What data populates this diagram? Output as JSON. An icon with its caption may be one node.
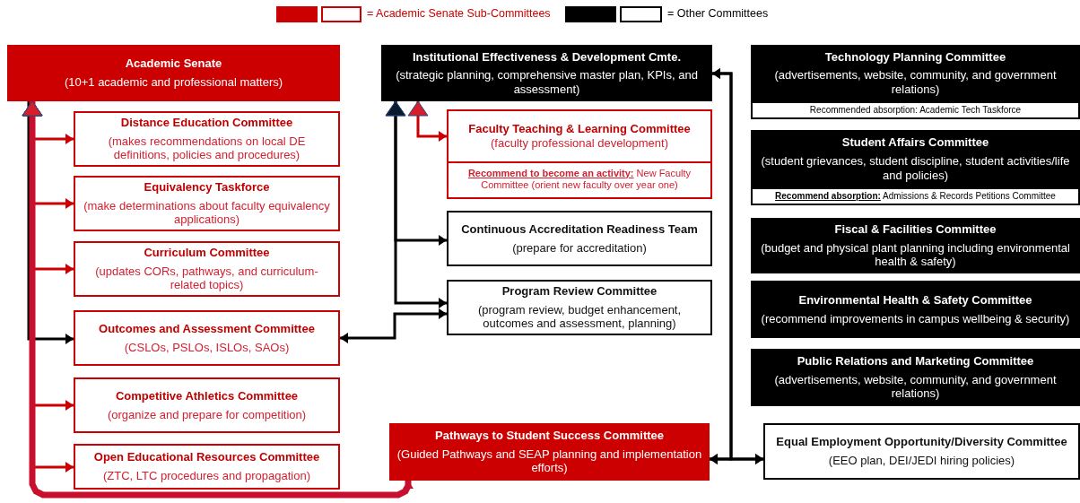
{
  "diagram": {
    "nodes": [
      {
        "text": [
          "Academic Senate",
          "(10+1 academic and professional matters)"
        ]
      },
      {
        "text": [
          "Distance Education Committee",
          "(makes recommendations on local DE definitions, policies and procedures)"
        ]
      },
      {
        "text": [
          "Equivalency Taskforce",
          "(make determinations about faculty equivalency applications)"
        ]
      },
      {
        "text": [
          "Curriculum Committee",
          "(updates CORs, pathways, and curriculum-related topics)"
        ]
      },
      {
        "text": [
          "Outcomes and Assessment Committee",
          "(CSLOs, PSLOs, ISLOs, SAOs)"
        ]
      },
      {
        "text": [
          "Competitive Athletics Committee",
          "(organize and prepare for competition)"
        ]
      },
      {
        "text": [
          "Open Educational Resources Committee",
          "(ZTC, LTC procedures and propagation)"
        ]
      },
      {
        "text": [
          "Institutional Effectiveness & Development Cmte.",
          "(strategic planning, comprehensive master plan, KPIs, and assessment)"
        ]
      },
      {
        "text": [
          "Faculty Teaching & Learning Committee",
          "(faculty professional development)",
          "**Recommend to become an activity:** New Faculty Committee (orient new faculty over year one)"
        ]
      },
      {
        "text": [
          "Continuous Accreditation Readiness Team",
          "(prepare for accreditation)"
        ]
      },
      {
        "text": [
          "Program Review Committee",
          "(program review, budget enhancement, outcomes and assessment, planning)"
        ]
      },
      {
        "text": [
          "Pathways to Student Success Committee",
          "(Guided Pathways and SEAP planning and implementation efforts)"
        ]
      },
      {
        "text": [
          "Technology Planning Committee",
          "(advertisements, website, community, and government relations)",
          "Recommended absorption: Academic Tech Taskforce"
        ]
      },
      {
        "text": [
          "Student Affairs Committee",
          "(student grievances, student discipline, student activities/life and policies)",
          "**Recommend absorption:** Admissions & Records Petitions Committee"
        ]
      },
      {
        "text": [
          "Fiscal & Facilities Committee",
          "(budget and physical plant planning including environmental health & safety)"
        ]
      },
      {
        "text": [
          "Environmental Health & Safety Committee",
          "(recommend improvements in campus wellbeing & security)"
        ]
      },
      {
        "text": [
          "Public Relations and Marketing Committee",
          "(advertisements, website, community, and government relations)"
        ]
      },
      {
        "text": [
          "Equal Employment Opportunity/Diversity Committee",
          "(EEO plan, DEI/JEDI hiring policies)"
        ]
      }
    ],
    "edges": [
      {
        "from": 0,
        "to": 1,
        "arrow": "both",
        "color": "#cc0000"
      },
      {
        "from": 0,
        "to": 2,
        "arrow": "both",
        "color": "#cc0000"
      },
      {
        "from": 0,
        "to": 3,
        "arrow": "both",
        "color": "#cc0000"
      },
      {
        "from": 0,
        "to": 4,
        "arrow": "to",
        "color": "#000000"
      },
      {
        "from": 0,
        "to": 5,
        "arrow": "both",
        "color": "#cc0000"
      },
      {
        "from": 0,
        "to": 6,
        "arrow": "both",
        "color": "#cc0000"
      },
      {
        "from": 0,
        "to": 11,
        "arrow": "both",
        "style": "thick",
        "color": "#c8102e"
      },
      {
        "from": 7,
        "to": 8,
        "arrow": "both",
        "color": "#cc0000"
      },
      {
        "from": 7,
        "to": 9,
        "arrow": "both",
        "color": "#000000"
      },
      {
        "from": 7,
        "to": 10,
        "arrow": "both",
        "color": "#000000"
      },
      {
        "from": 4,
        "to": 10,
        "arrow": "both",
        "color": "#000000"
      },
      {
        "from": 7,
        "to": 11,
        "arrow": "both",
        "color": "#000000"
      },
      {
        "from": 7,
        "to": 17,
        "arrow": "both",
        "color": "#000000"
      },
      {
        "from": 11,
        "to": 17,
        "arrow": "both",
        "color": "#000000"
      }
    ],
    "legend": [
      {
        "text": "= Academic Senate Sub-Committees",
        "color": "#cc0000"
      },
      {
        "text": "= Other Committees",
        "color": "#000000"
      }
    ]
  }
}
